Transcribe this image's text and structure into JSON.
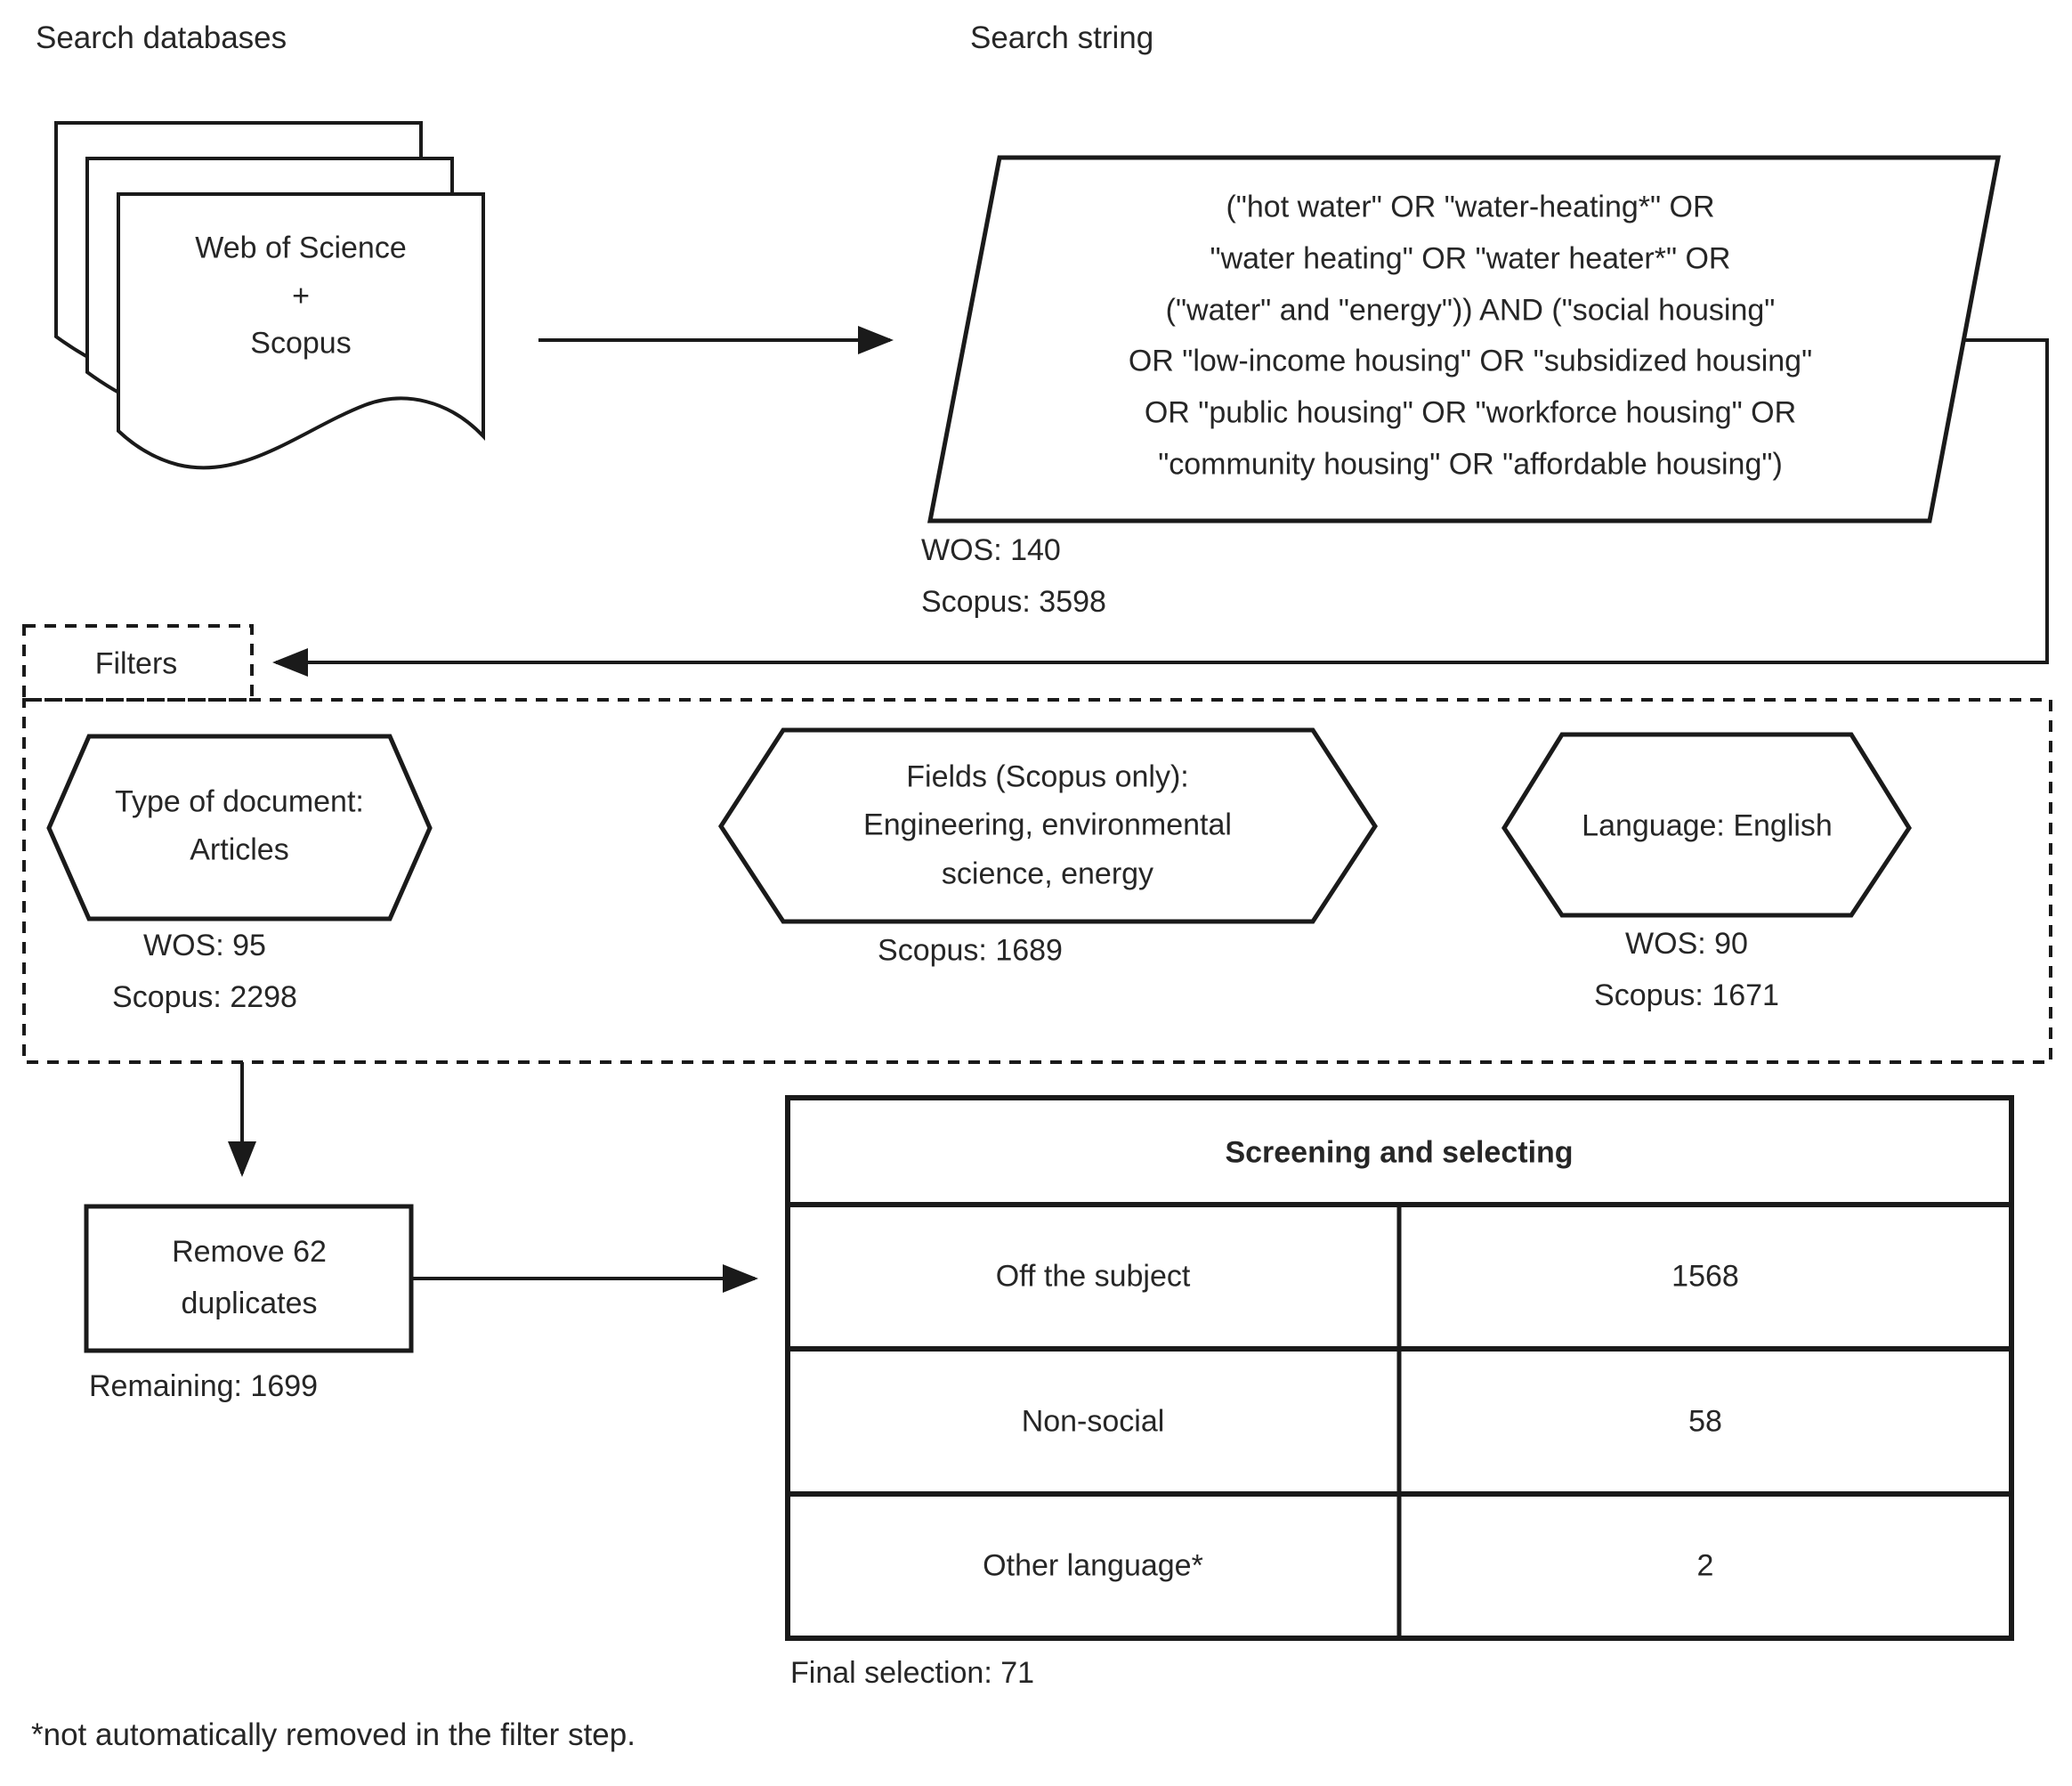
{
  "labels": {
    "search_databases": "Search databases",
    "search_string": "Search string"
  },
  "databases": {
    "text": "Web of Science\n+\nScopus"
  },
  "search_string": {
    "query": "(\"hot water\" OR \"water-heating*\" OR\n\"water heating\" OR \"water heater*\" OR\n(\"water\" and \"energy\")) AND (\"social housing\"\nOR \"low-income housing\" OR \"subsidized housing\"\nOR \"public housing\" OR \"workforce housing\" OR\n\"community housing\" OR \"affordable housing\")",
    "results": "WOS: 140\nScopus: 3598"
  },
  "filters": {
    "title": "Filters",
    "hexagons": [
      {
        "label": "Type of document:\nArticles",
        "results": "WOS: 95\nScopus: 2298"
      },
      {
        "label": "Fields (Scopus only):\nEngineering, environmental\nscience, energy",
        "results": "Scopus: 1689"
      },
      {
        "label": "Language: English",
        "results": "WOS: 90\nScopus: 1671"
      }
    ]
  },
  "dedup": {
    "label": "Remove 62\nduplicates",
    "remaining": "Remaining: 1699"
  },
  "screening": {
    "title": "Screening and selecting",
    "rows": [
      {
        "label": "Off the subject",
        "value": "1568"
      },
      {
        "label": "Non-social",
        "value": "58"
      },
      {
        "label": "Other language*",
        "value": "2"
      }
    ],
    "final": "Final selection: 71"
  },
  "footnote": "*not automatically removed in the filter step."
}
